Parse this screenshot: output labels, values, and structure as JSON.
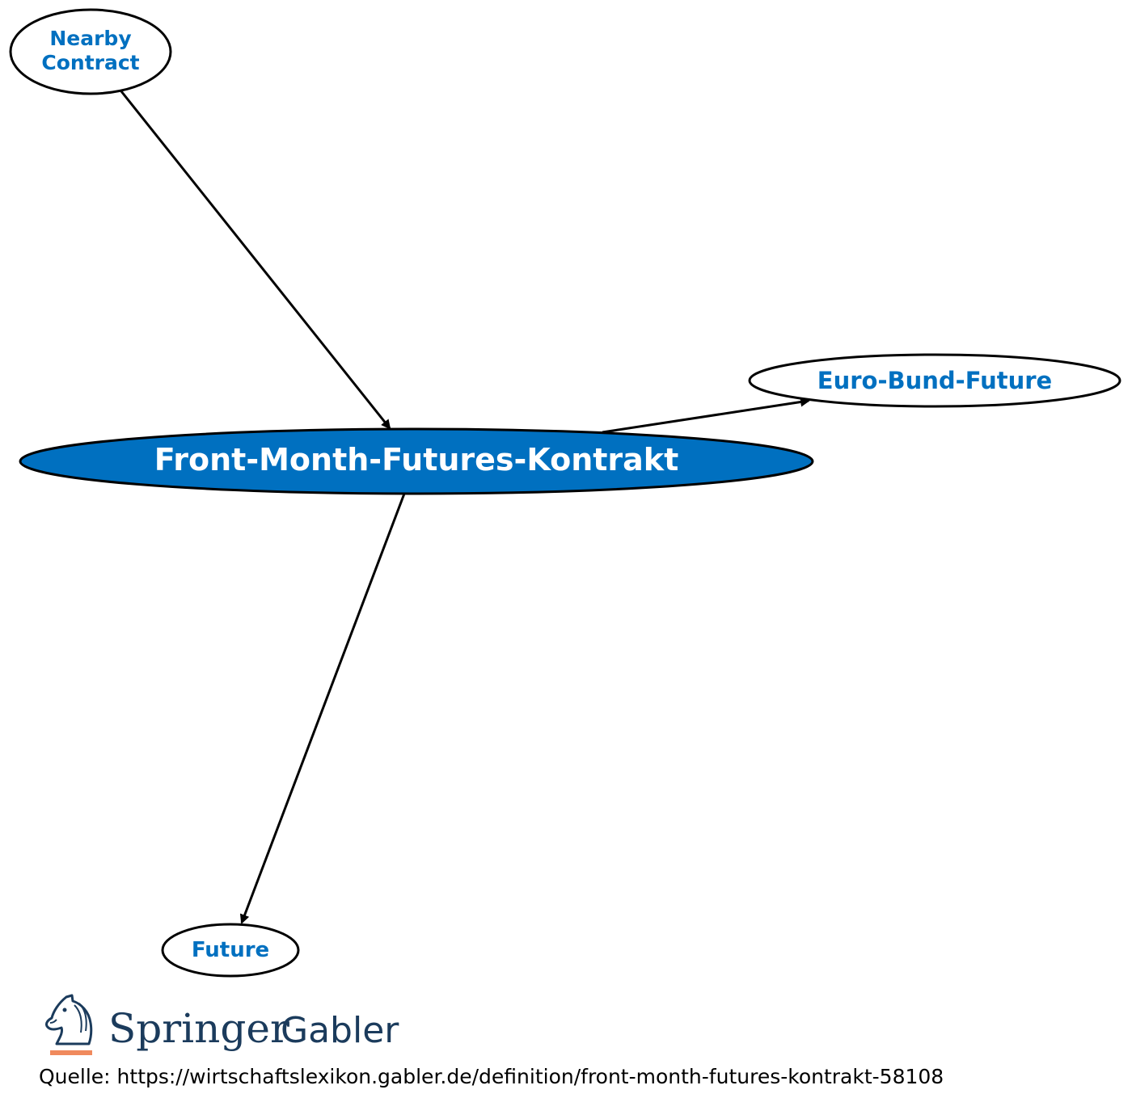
{
  "diagram": {
    "colors": {
      "link_text": "#0070C0",
      "center_fill": "#0070C0",
      "center_text": "#FFFFFF",
      "node_fill": "#FFFFFF",
      "stroke": "#000000"
    },
    "nodes": {
      "center": {
        "label": "Front-Month-Futures-Kontrakt"
      },
      "nearby": {
        "label_line1": "Nearby",
        "label_line2": "Contract"
      },
      "eurobund": {
        "label": "Euro-Bund-Future"
      },
      "future": {
        "label": "Future"
      }
    }
  },
  "logo": {
    "wordmark_primary": "Springer",
    "wordmark_secondary": "Gabler",
    "colors": {
      "navy": "#1B3B5C",
      "orange": "#F08A5D"
    },
    "icon": "knight-horse-icon"
  },
  "footer": {
    "source_text": "Quelle: https://wirtschaftslexikon.gabler.de/definition/front-month-futures-kontrakt-58108"
  }
}
